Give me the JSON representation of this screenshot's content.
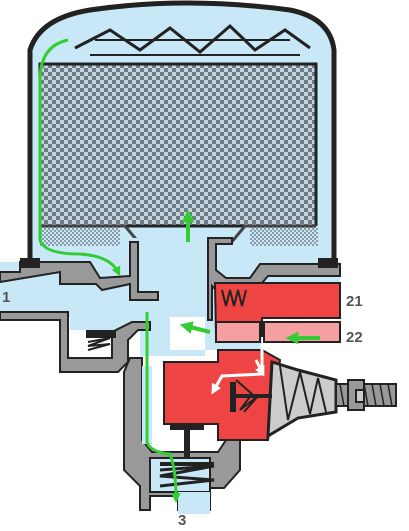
{
  "ports": {
    "inlet": "1",
    "outlet_main": "21",
    "outlet_secondary": "22",
    "exhaust": "3"
  },
  "colors": {
    "background": "#ffffff",
    "air": "#c8e8f8",
    "body": "#999999",
    "outline": "#222222",
    "red_chamber": "#ee4444",
    "pink_chamber": "#f4a0a0",
    "flow_arrow": "#33cc33",
    "white_arrow": "#ffffff",
    "label_text": "#555555"
  },
  "icons": {
    "desiccant": "checkered-cartridge-icon",
    "spring": "coil-spring-icon",
    "flow": "green-flow-arrow-icon"
  }
}
